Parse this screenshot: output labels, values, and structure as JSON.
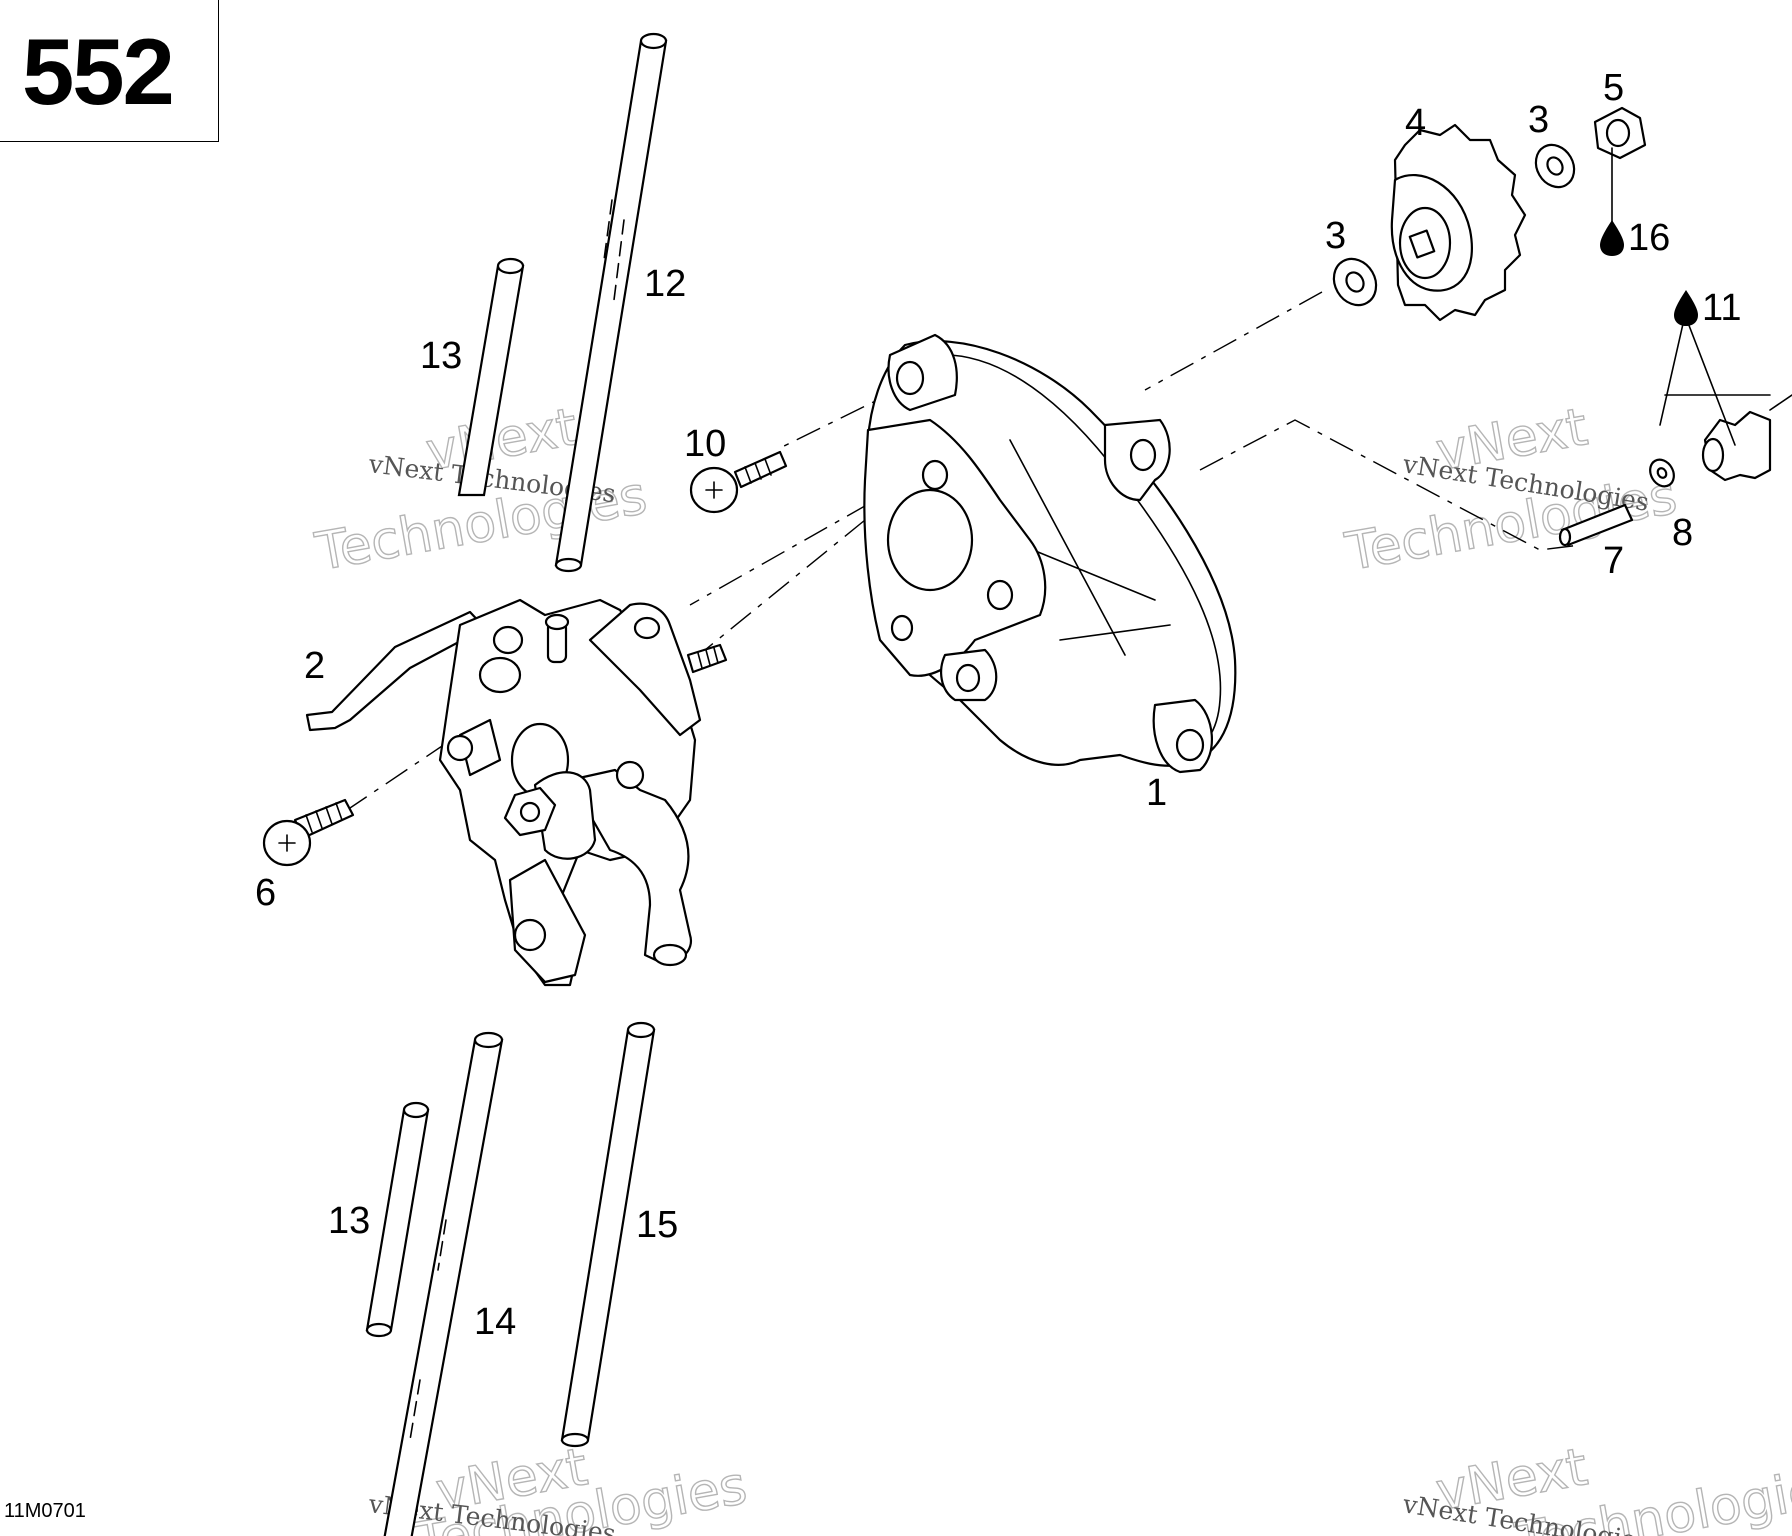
{
  "diagram_code": "552",
  "figure_id": "11M0701",
  "watermark": {
    "small": "vNext Technologies",
    "big_line1": "vNext",
    "big_line2": "Technologies"
  },
  "callouts": {
    "c1": "1",
    "c2": "2",
    "c3a": "3",
    "c3b": "3",
    "c4": "4",
    "c5": "5",
    "c6": "6",
    "c7": "7",
    "c8": "8",
    "c10": "10",
    "c11": "11",
    "c12": "12",
    "c13a": "13",
    "c13b": "13",
    "c14": "14",
    "c15": "15",
    "c16": "16"
  },
  "icons": {
    "lubricant": "oil-drop-icon"
  }
}
